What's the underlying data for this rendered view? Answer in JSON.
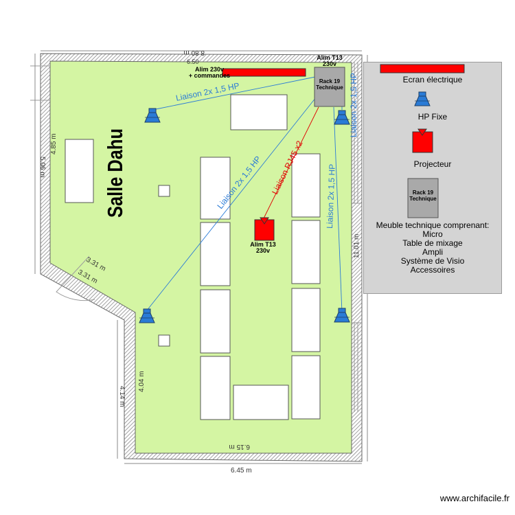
{
  "room": {
    "title": "Salle Dahu"
  },
  "dimensions": {
    "top": "8.80 m",
    "top_small": "6.50",
    "bottom_outer": "6.45 m",
    "bottom_inner": "6.15 m",
    "left_outer": "5.06 m",
    "left_inner": "4.85 m",
    "left_lower_outer": "4.14 m",
    "left_lower_inner": "4.04 m",
    "right": "11.01 m",
    "diag_outer": "3.31 m",
    "diag_inner": "3.31 m"
  },
  "plan_labels": {
    "alim_230_commands_line1": "Alim 230v",
    "alim_230_commands_line2": "+ commandes",
    "alim_t13_top_line1": "Alim T13",
    "alim_t13_top_line2": "230v",
    "alim_t13_mid_line1": "Alim T13",
    "alim_t13_mid_line2": "230v",
    "rack_line1": "Rack 19",
    "rack_line2": "Technique"
  },
  "links": {
    "hp_top": "Liaison 2x 1,5 HP",
    "hp_left_diag": "Liaison 2x 1,5 HP",
    "rj45": "Liaison RJ45 x2",
    "hp_right_diag": "Liaison 2x 1,5 HP",
    "hp_right_vertical": "Liaison 2x 1,5 HP"
  },
  "legend": {
    "screen_label": "Ecran électrique",
    "speaker_label": "HP Fixe",
    "projector_label": "Projecteur",
    "rack_line1": "Rack 19",
    "rack_line2": "Technique",
    "description": [
      "Meuble technique comprenant:",
      "Micro",
      "Table de mixage",
      "Ampli",
      "Système de Visio",
      "Accessoires"
    ]
  },
  "colors": {
    "floor": "#d4f5a3",
    "screen": "#ff0000",
    "speaker": "#2a7bd6",
    "projector": "#ff0000",
    "rack": "#a9a9a9",
    "hp_cable": "#2a7bd6",
    "rj45_cable": "#e00000"
  },
  "watermark": "www.archifacile.fr"
}
